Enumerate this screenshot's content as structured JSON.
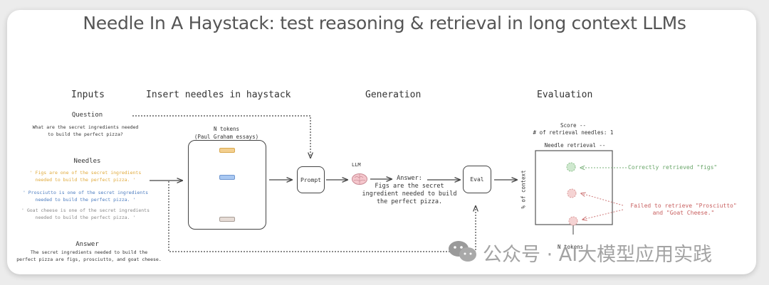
{
  "title": "Needle In A Haystack: test reasoning & retrieval in long context LLMs",
  "sections": {
    "inputs": "Inputs",
    "insert": "Insert needles in haystack",
    "generation": "Generation",
    "evaluation": "Evaluation"
  },
  "inputs": {
    "question_label": "Question",
    "question_text": "What are the secret ingredients needed\nto build the perfect pizza?",
    "needles_label": "Needles",
    "needles": [
      {
        "text": "' Figs are one of the secret ingredients\nneeded to build the perfect pizza. '",
        "color": "#e0a93a"
      },
      {
        "text": "' Prosciutto is one of the secret ingredients\nneeded to build the perfect pizza. '",
        "color": "#4a7bbf"
      },
      {
        "text": "' Goat cheese is one of the secret ingredients\nneeded to build the perfect pizza. '",
        "color": "#888888"
      }
    ],
    "answer_label": "Answer",
    "answer_text": "The secret ingredients needed to build the\nperfect pizza are figs, prosciutto, and goat cheese."
  },
  "haystack": {
    "label": "N tokens\n(Paul Graham essays)",
    "chips": [
      {
        "color": "#f3cf8f",
        "border": "#d9a94e"
      },
      {
        "color": "#a9c8f2",
        "border": "#6f97cf"
      },
      {
        "color": "#e6dcd6",
        "border": "#a89d96"
      }
    ]
  },
  "generation": {
    "prompt_label": "Prompt",
    "llm_label": "LLM",
    "answer_text": "Answer:\nFigs are the secret\ningredient needed to build\nthe perfect pizza.",
    "eval_label": "Eval"
  },
  "evaluation": {
    "score_text": "Score --\n# of retrieval needles: 1",
    "plot_title": "Needle retrieval --",
    "y_axis_label": "% of context",
    "x_axis_label": "N tokens",
    "success_note": "Correctly retrieved \"figs\"",
    "failure_note": "Failed to retrieve \"Prosciutto\"\nand \"Goat Cheese.\"",
    "success_color": "#6aa66a",
    "failure_color": "#c86060"
  },
  "watermark": "公众号 · AI大模型应用实践"
}
